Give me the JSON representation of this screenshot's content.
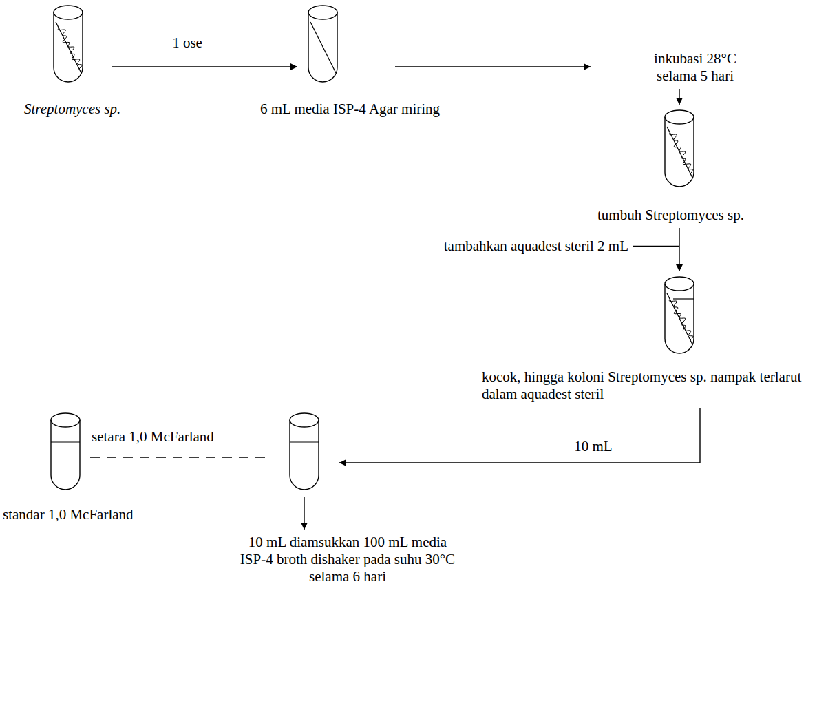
{
  "diagram": {
    "nodes": [
      {
        "text": [
          "Streptomyces sp."
        ]
      },
      {
        "text": [
          "6 mL media ISP-4 Agar miring"
        ]
      },
      {
        "text": [
          "inkubasi 28°C selama 5 hari"
        ]
      },
      {
        "text": [
          "tumbuh Streptomyces sp."
        ]
      },
      {
        "text": [
          "kocok, hingga koloni Streptomyces sp. nampak terlarut dalam aquadest steril"
        ]
      },
      {
        "text": [
          "standar 1,0 McFarland"
        ]
      },
      {
        "text": []
      },
      {
        "text": [
          "10 mL diamsukkan 100 mL media ISP-4 broth dishaker pada suhu 30°C selama 6 hari"
        ]
      }
    ],
    "edges": [
      {
        "from": 0,
        "to": 1,
        "arrow": "to",
        "label": "1 ose"
      },
      {
        "from": 1,
        "to": 2,
        "arrow": "to"
      },
      {
        "from": 2,
        "to": 3,
        "arrow": "to"
      },
      {
        "from": 3,
        "to": 4,
        "arrow": "to",
        "label": "tambahkan aquadest steril 2 mL"
      },
      {
        "from": 4,
        "to": 6,
        "arrow": "to",
        "label": "10 mL"
      },
      {
        "from": 5,
        "to": 6,
        "arrow": "none",
        "label": "setara 1,0 McFarland"
      },
      {
        "from": 6,
        "to": 7,
        "arrow": "to"
      }
    ]
  }
}
